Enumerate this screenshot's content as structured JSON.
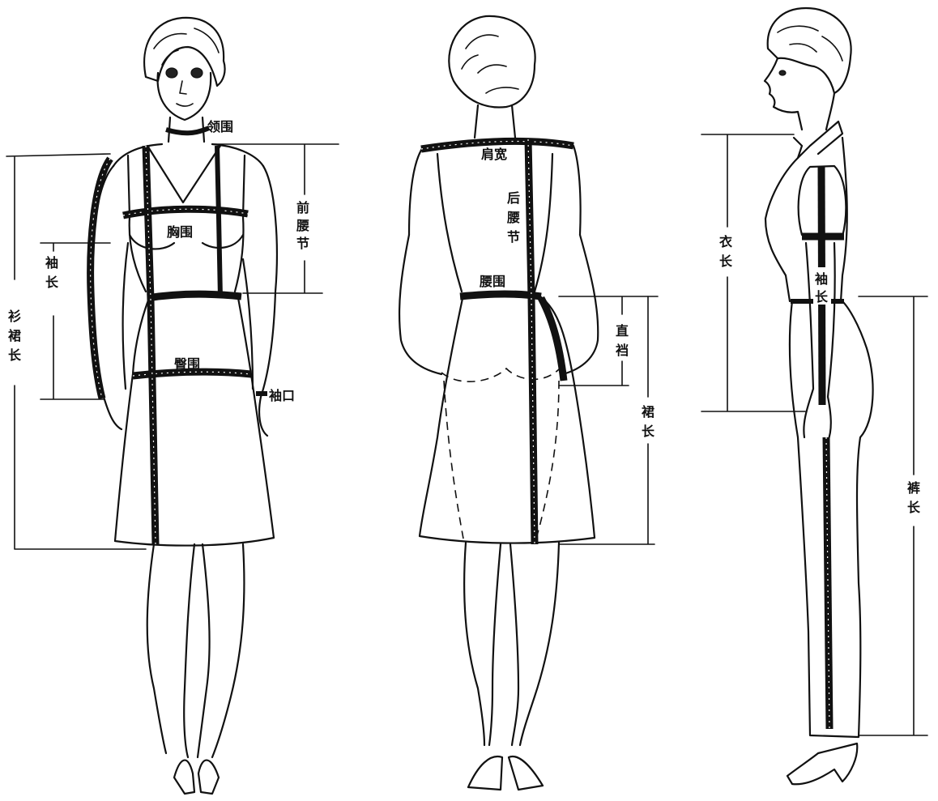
{
  "front_figure": {
    "labels": {
      "neck": "领围",
      "bust": "胸围",
      "front_waist_length": [
        "前",
        "腰",
        "节"
      ],
      "sleeve_length": [
        "袖",
        "长"
      ],
      "shirt_skirt_length": [
        "衫",
        "裙",
        "长"
      ],
      "hip": "臀围",
      "cuff": "袖口"
    }
  },
  "back_figure": {
    "labels": {
      "shoulder_width": "肩宽",
      "back_waist_length": [
        "后",
        "腰",
        "节"
      ],
      "waist": "腰围",
      "crotch_depth": [
        "直",
        "裆"
      ],
      "skirt_length": [
        "裙",
        "长"
      ]
    }
  },
  "side_figure": {
    "labels": {
      "garment_length": [
        "衣",
        "长"
      ],
      "sleeve_length": [
        "袖",
        "长"
      ],
      "trouser_length": [
        "裤",
        "长"
      ]
    }
  }
}
